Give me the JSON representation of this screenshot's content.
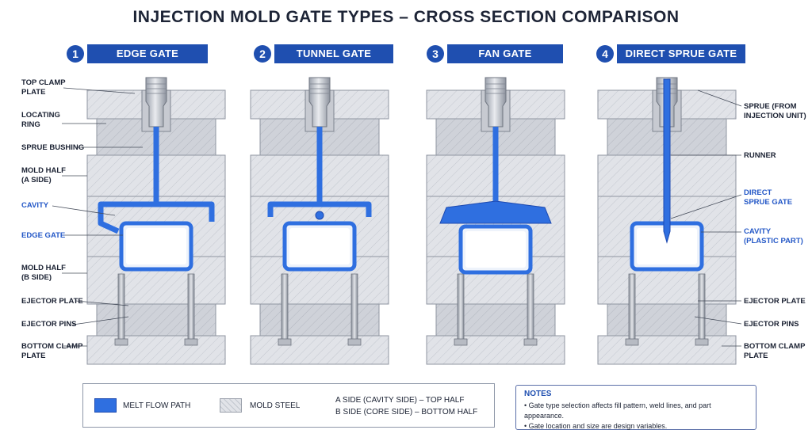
{
  "title": "INJECTION MOLD GATE TYPES – CROSS SECTION COMPARISON",
  "panels": [
    {
      "number": "1",
      "name": "EDGE GATE"
    },
    {
      "number": "2",
      "name": "TUNNEL GATE"
    },
    {
      "number": "3",
      "name": "FAN GATE"
    },
    {
      "number": "4",
      "name": "DIRECT SPRUE GATE"
    }
  ],
  "left_labels": {
    "top_clamp_plate": "TOP CLAMP\nPLATE",
    "locating_ring": "LOCATING\nRING",
    "sprue_bushing": "SPRUE BUSHING",
    "mold_half_a": "MOLD HALF\n(A SIDE)",
    "cavity": "CAVITY",
    "edge_gate": "EDGE GATE",
    "mold_half_b": "MOLD HALF\n(B SIDE)",
    "ejector_plate": "EJECTOR PLATE",
    "ejector_pins": "EJECTOR PINS",
    "bottom_clamp_plate": "BOTTOM CLAMP\nPLATE"
  },
  "right_labels": {
    "sprue": "SPRUE (FROM\nINJECTION UNIT)",
    "runner": "RUNNER",
    "direct_sprue_gate": "DIRECT\nSPRUE GATE",
    "cavity_part": "CAVITY\n(PLASTIC PART)",
    "ejector_plate": "EJECTOR PLATE",
    "ejector_pins": "EJECTOR PINS",
    "bottom_clamp_plate": "BOTTOM CLAMP\nPLATE"
  },
  "legend": {
    "melt": "MELT FLOW PATH",
    "steel": "MOLD STEEL",
    "side_a": "A SIDE (CAVITY SIDE) – TOP HALF",
    "side_b": "B SIDE (CORE SIDE) – BOTTOM HALF"
  },
  "notes": {
    "title": "NOTES",
    "items": [
      "•  Gate type selection affects fill pattern, weld lines, and part appearance.",
      "•  Gate location and size are design variables."
    ]
  },
  "colors": {
    "melt": "#2f6fe0",
    "melt_dark": "#1c49b0",
    "steel": "#dfe1e6",
    "steel_dark": "#c6c9d0",
    "accent": "#1f4fb0"
  }
}
